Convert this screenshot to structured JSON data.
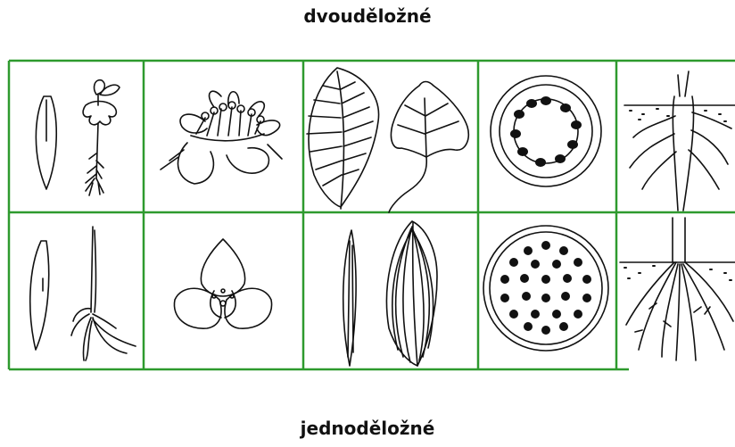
{
  "title_top": "dvouděložné",
  "title_bottom": "jednoděložné",
  "grid": {
    "rows": 2,
    "columns": 5,
    "border_color": "#2e9a2e"
  },
  "cells": [
    {
      "row": "dvouděložné",
      "icon": "two-cotyledon-seedling-icon"
    },
    {
      "row": "dvouděložné",
      "icon": "five-petal-flower-icon"
    },
    {
      "row": "dvouděložné",
      "icon": "net-veined-leaves-icon"
    },
    {
      "row": "dvouděložné",
      "icon": "stem-ring-vascular-bundles-icon"
    },
    {
      "row": "dvouděložné",
      "icon": "taproot-icon"
    },
    {
      "row": "jednoděložné",
      "icon": "one-cotyledon-seedling-icon"
    },
    {
      "row": "jednoděložné",
      "icon": "three-petal-flower-icon"
    },
    {
      "row": "jednoděložné",
      "icon": "parallel-veined-leaves-icon"
    },
    {
      "row": "jednoděložné",
      "icon": "stem-scattered-vascular-bundles-icon"
    },
    {
      "row": "jednoděložné",
      "icon": "fibrous-root-icon"
    }
  ]
}
